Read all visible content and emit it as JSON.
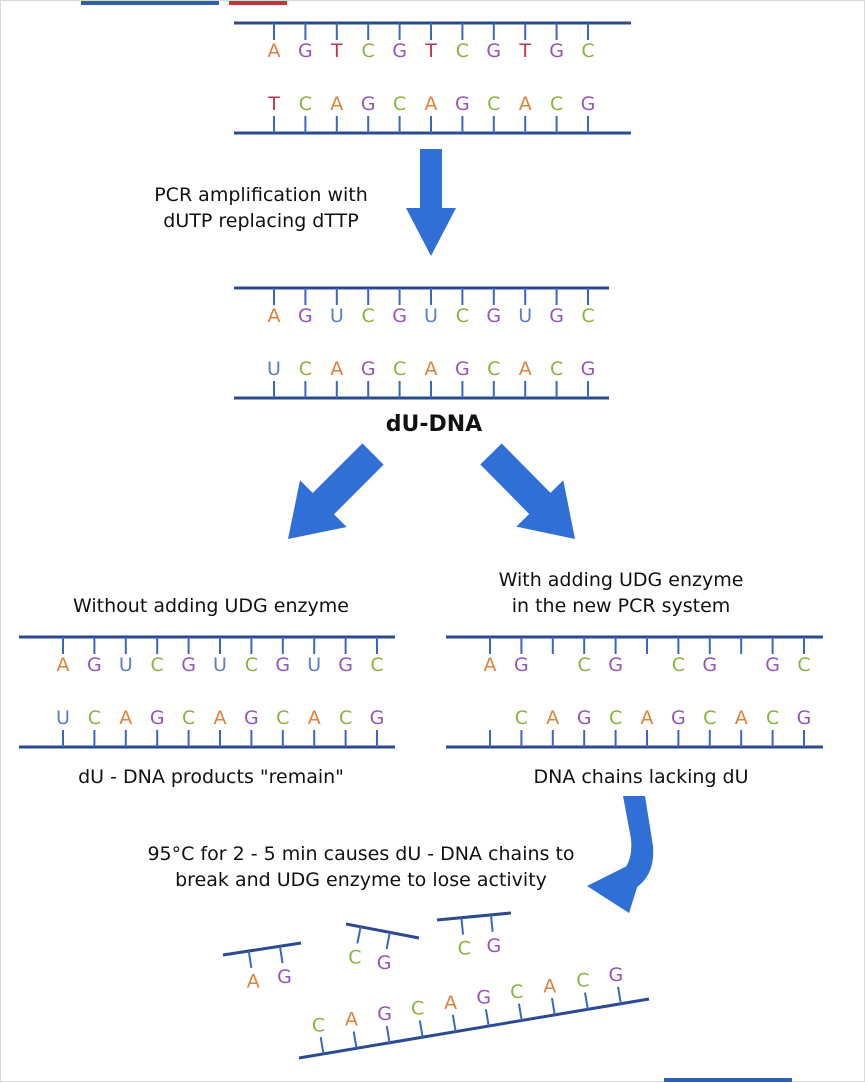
{
  "colors": {
    "backbone": "#2b4b8e",
    "tick": "#3a66c7",
    "arrow": "#2f6fd6",
    "A": "#e0813a",
    "G": "#9855b7",
    "T": "#c2334f",
    "C": "#8ab43d",
    "U": "#5b7ec6",
    "top_bar_blue": "#2c5eb3",
    "top_bar_red": "#c8323a"
  },
  "icons": {
    "flow_arrow": "arrow-icon"
  },
  "dna_original": {
    "top": [
      "A",
      "G",
      "T",
      "C",
      "G",
      "T",
      "C",
      "G",
      "T",
      "G",
      "C"
    ],
    "bottom": [
      "T",
      "C",
      "A",
      "G",
      "C",
      "A",
      "G",
      "C",
      "A",
      "C",
      "G"
    ]
  },
  "step1_caption": [
    "PCR amplification with",
    "dUTP replacing dTTP"
  ],
  "dna_du": {
    "top": [
      "A",
      "G",
      "U",
      "C",
      "G",
      "U",
      "C",
      "G",
      "U",
      "G",
      "C"
    ],
    "bottom": [
      "U",
      "C",
      "A",
      "G",
      "C",
      "A",
      "G",
      "C",
      "A",
      "C",
      "G"
    ],
    "label": "dU-DNA"
  },
  "left_branch": {
    "caption": "Without adding UDG enzyme",
    "top": [
      "A",
      "G",
      "U",
      "C",
      "G",
      "U",
      "C",
      "G",
      "U",
      "G",
      "C"
    ],
    "bottom": [
      "U",
      "C",
      "A",
      "G",
      "C",
      "A",
      "G",
      "C",
      "A",
      "C",
      "G"
    ],
    "result": "dU - DNA products \"remain\""
  },
  "right_branch": {
    "caption": [
      "With adding UDG enzyme",
      "in the new PCR system"
    ],
    "top": [
      "A",
      "G",
      "",
      "C",
      "G",
      "",
      "C",
      "G",
      "",
      "G",
      "C"
    ],
    "bottom": [
      "",
      "C",
      "A",
      "G",
      "C",
      "A",
      "G",
      "C",
      "A",
      "C",
      "G"
    ],
    "result": "DNA chains lacking dU"
  },
  "heat_step": {
    "caption": [
      "95°C for 2 - 5 min causes dU - DNA chains to",
      "break and UDG enzyme to lose activity"
    ],
    "fragments": [
      [
        "A",
        "G"
      ],
      [
        "C",
        "G"
      ],
      [
        "C",
        "G"
      ]
    ],
    "long_strand": [
      "C",
      "A",
      "G",
      "C",
      "A",
      "G",
      "C",
      "A",
      "C",
      "G"
    ]
  }
}
